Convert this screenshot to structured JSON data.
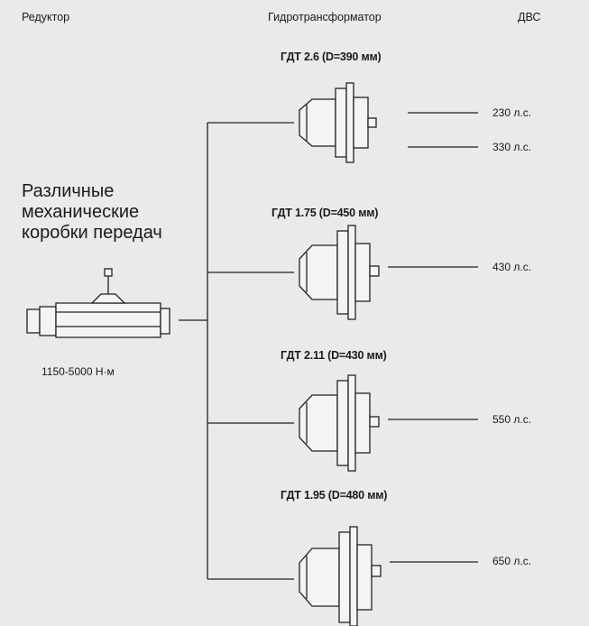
{
  "headers": {
    "reducer": "Редуктор",
    "converter": "Гидротрансформатор",
    "engine": "ДВС"
  },
  "gearbox": {
    "title_line1": "Различные",
    "title_line2": "механические",
    "title_line3": "коробки передач",
    "torque": "1150-5000 Н·м"
  },
  "converters": [
    {
      "label": "ГДТ 2.6 (D=390 мм)",
      "powers": [
        "230 л.с.",
        "330 л.с."
      ]
    },
    {
      "label": "ГДТ 1.75 (D=450 мм)",
      "powers": [
        "430 л.с."
      ]
    },
    {
      "label": "ГДТ 2.11 (D=430 мм)",
      "powers": [
        "550 л.с."
      ]
    },
    {
      "label": "ГДТ 1.95 (D=480 мм)",
      "powers": [
        "650 л.с."
      ]
    }
  ]
}
